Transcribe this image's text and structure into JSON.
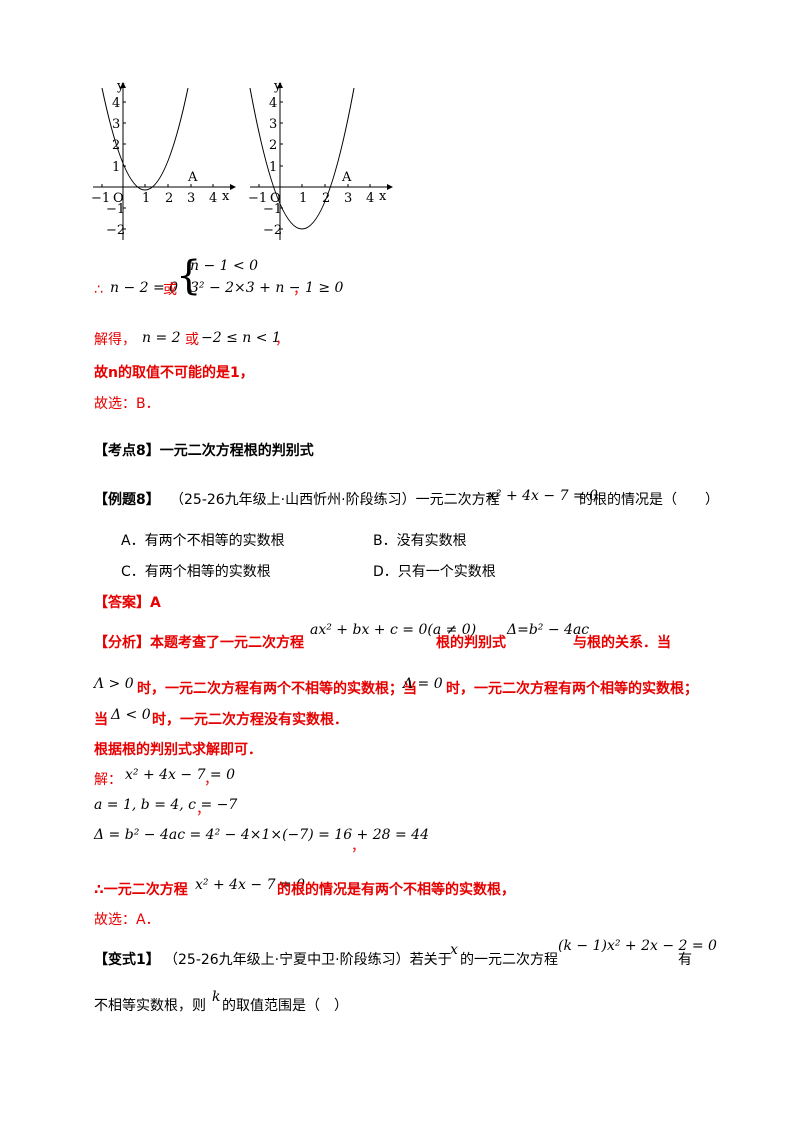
{
  "graph_left": {
    "x_ticks": [
      "−1",
      "1",
      "2",
      "3",
      "4"
    ],
    "y_ticks": [
      "4",
      "3",
      "2",
      "1",
      "−1",
      "−2"
    ],
    "origin": "O",
    "x_label": "x",
    "y_label": "y",
    "point_label": "A"
  },
  "graph_right": {
    "x_ticks": [
      "−1",
      "1",
      "2",
      "3",
      "4"
    ],
    "y_ticks": [
      "4",
      "3",
      "2",
      "1",
      "−1",
      "−2"
    ],
    "origin": "O",
    "x_label": "x",
    "y_label": "y",
    "point_label": "A"
  },
  "line1": {
    "therefore": "∴",
    "eq": "n − 2 = 0",
    "or": "或",
    "case1": "n − 1 < 0",
    "case2": "3² − 2×3 + n − 1 ≥ 0",
    "comma": "，"
  },
  "line2": {
    "label": "解得，",
    "eq1": "n = 2",
    "or": "或",
    "eq2": "−2 ≤ n < 1",
    "comma": "，"
  },
  "line3": {
    "text": "故n的取值不可能的是1，"
  },
  "line4": {
    "text": "故选：B．"
  },
  "section8": {
    "text": "【考点8】一元二次方程根的判别式"
  },
  "example8": {
    "tag": "【例题8】",
    "source": "（25-26九年级上·山西忻州·阶段练习）一元二次方程",
    "equation": "x² + 4x − 7 = 0",
    "tail": "的根的情况是（　　）"
  },
  "options": {
    "A": "A．有两个不相等的实数根",
    "B": "B．没有实数根",
    "C": "C．有两个相等的实数根",
    "D": "D．只有一个实数根"
  },
  "answer": {
    "text": "【答案】A"
  },
  "analysis": {
    "l1_a": "【分析】本题考查了一元二次方程",
    "l1_eq": "ax² + bx + c = 0(a ≠ 0)",
    "l1_b": "根的判别式",
    "l1_eq2": "Δ=b² − 4ac",
    "l1_c": "与根的关系．当",
    "l2_eq1": "Λ > 0",
    "l2_a": "时，一元二次方程有两个不相等的实数根；当",
    "l2_eq2": "Λ = 0",
    "l2_b": "时，一元二次方程有两个相等的实数根；",
    "l3_a": "当",
    "l3_eq": "Δ < 0",
    "l3_b": "时，一元二次方程没有实数根．",
    "l4": "根据根的判别式求解即可．"
  },
  "solution": {
    "label": "解：",
    "s1": "x² + 4x − 7 = 0",
    "s1_c": "，",
    "s2": "a = 1, b = 4, c = −7",
    "s2_c": "，",
    "s3": "Δ = b² − 4ac = 4² − 4×1×(−7) = 16 + 28 = 44",
    "s3_c": "，",
    "concl_a": "∴一元二次方程",
    "concl_eq": "x² + 4x − 7 = 0",
    "concl_b": "的根的情况是有两个不相等的实数根，",
    "pick": "故选：A．"
  },
  "variant1": {
    "tag": "【变式1】",
    "source": "（25-26九年级上·宁夏中卫·阶段练习）若关于",
    "var_x": "x",
    "mid": "的一元二次方程",
    "eq": "(k − 1)x² + 2x − 2 = 0",
    "tail": "有",
    "l2_a": "不相等实数根，则",
    "var_k": "k",
    "l2_b": "的取值范围是（　）"
  }
}
